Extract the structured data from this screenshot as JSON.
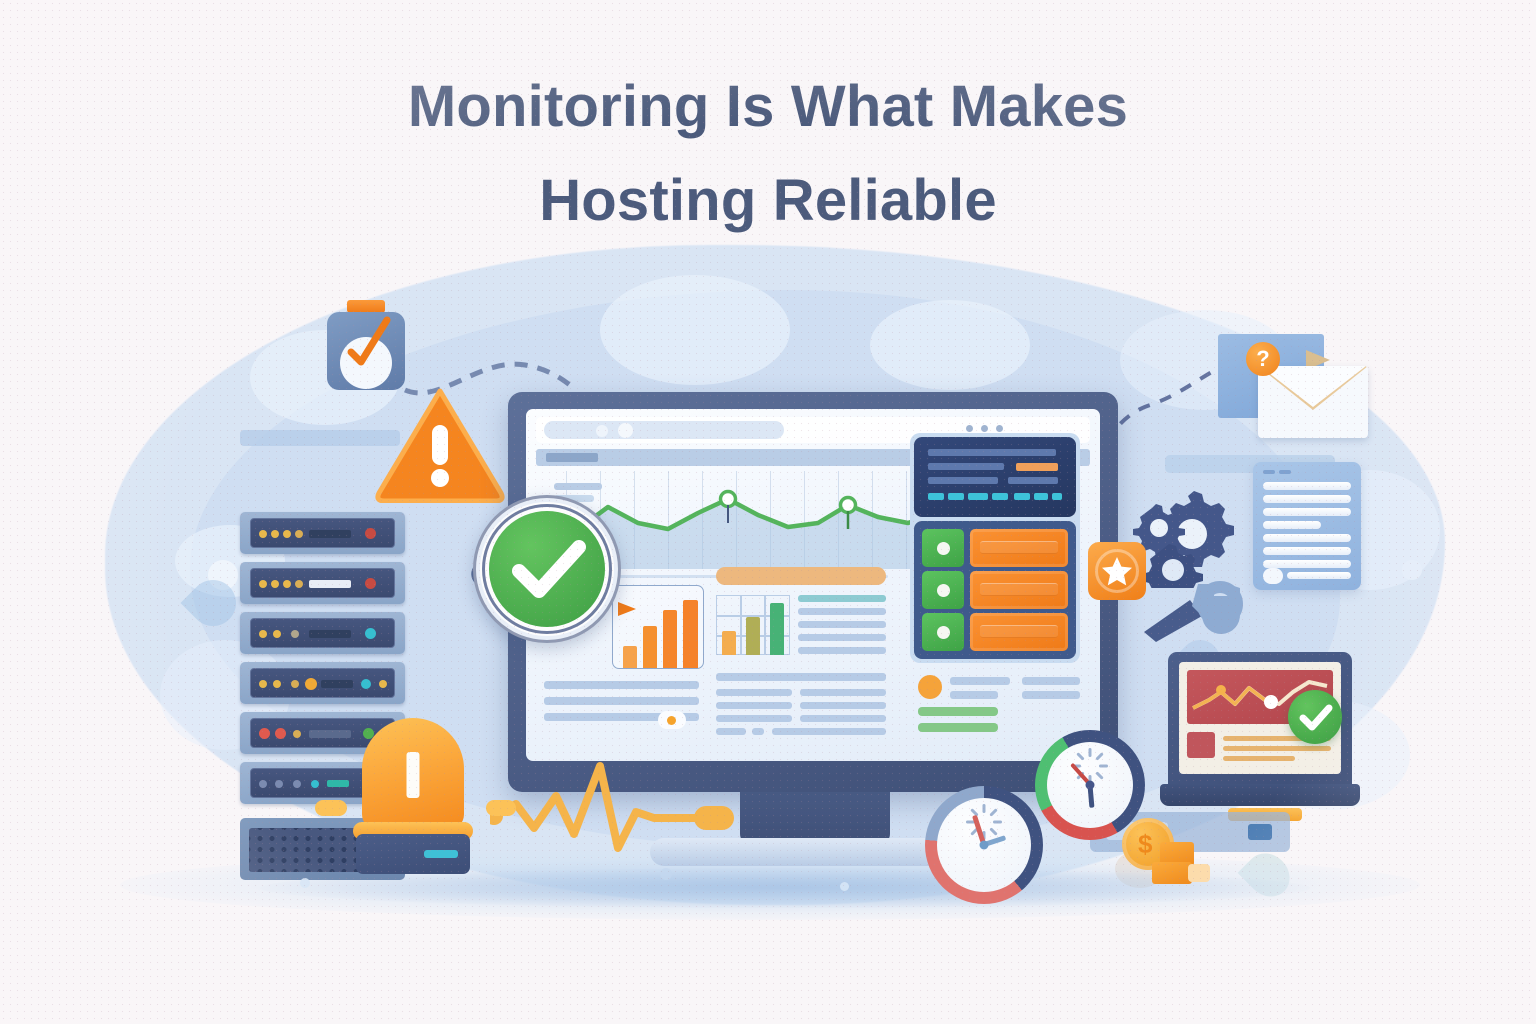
{
  "page": {
    "background_color": "#f9f6f8",
    "title_color": "#4c5b7c"
  },
  "title": {
    "line1": "Monitoring Is What Makes",
    "line2": "Hosting Reliable"
  },
  "illustration": {
    "name": "hosting-monitoring-illustration",
    "palette": {
      "navy": "#3f5280",
      "blue": "#7ea6d8",
      "light_blue": "#c9dcf1",
      "orange": "#f07f18",
      "amber": "#fcc258",
      "green": "#3ea346",
      "red": "#c4575c",
      "cyan": "#3dc3d9"
    },
    "monitor": {
      "name": "dashboard-monitor",
      "browser": {
        "tab_count": 1,
        "window_dots": 3
      },
      "line_chart": {
        "series_color": "#54b45c",
        "marker_count": 3,
        "gridline_count": 13
      },
      "bar_chart_left": {
        "name": "orange-bar-chart",
        "colors": [
          "#f6a24a",
          "#f5902f",
          "#f5852a",
          "#f5822a"
        ],
        "values": [
          28,
          55,
          78,
          92
        ]
      },
      "bar_chart_right": {
        "name": "tri-color-bar-chart",
        "colors": [
          "#f4ad4e",
          "#b0ae56",
          "#47b276"
        ],
        "values": [
          42,
          66,
          88
        ]
      },
      "dark_panel": {
        "name": "status-dark-panel",
        "text_rows": 3,
        "accent_bar_color": "#f0a05a",
        "chip_color": "#3dc3d9",
        "chip_count": 7,
        "status_rows": 3,
        "status_indicator_color": "#4fb053",
        "status_bar_color": "#ef7a17"
      }
    },
    "server_rack": {
      "name": "server-rack",
      "units": 6,
      "led_rows": [
        [
          "#e8b84b",
          "#e8b84b",
          "#e8b84b",
          "#d9ae55",
          "#c84b42"
        ],
        [
          "#e8b84b",
          "#e8b84b",
          "#e8b84b",
          "#d9ae55",
          "#c84b42"
        ],
        [
          "#e8b84b",
          "#e8b84b",
          "#b0a68c",
          "#36bfd0",
          "#36bfd0"
        ],
        [
          "#e8b84b",
          "#e8b84b",
          "#d9ae55",
          "#f0a936",
          "#36bfd0"
        ],
        [
          "#e05a4e",
          "#e05a4e",
          "#d9ae55",
          "#b0a68c",
          "#52b050"
        ],
        [
          "#7b8bb0",
          "#7b8bb0",
          "#7b8bb0",
          "#36bfd0",
          "#2fb9a8"
        ]
      ]
    },
    "objects": [
      {
        "name": "warning-triangle-icon",
        "symbol": "!",
        "color": "#f5851f"
      },
      {
        "name": "stopwatch-icon",
        "accent": "#ef7a18"
      },
      {
        "name": "alarm-beacon-icon",
        "color": "#fba63a"
      },
      {
        "name": "magnifier-check-icon",
        "check_color": "#3e9e44"
      },
      {
        "name": "envelope-icon",
        "badge": "?"
      },
      {
        "name": "gears-icon",
        "count": 3
      },
      {
        "name": "wrench-icon"
      },
      {
        "name": "star-badge-icon",
        "symbol": "★"
      },
      {
        "name": "document-icon",
        "lines": 8
      },
      {
        "name": "laptop-icon",
        "check": true
      },
      {
        "name": "clock-large-icon"
      },
      {
        "name": "clock-small-icon"
      },
      {
        "name": "coins-icon",
        "symbol": "$"
      },
      {
        "name": "pulse-line-icon",
        "color": "#f5b44a"
      }
    ]
  }
}
